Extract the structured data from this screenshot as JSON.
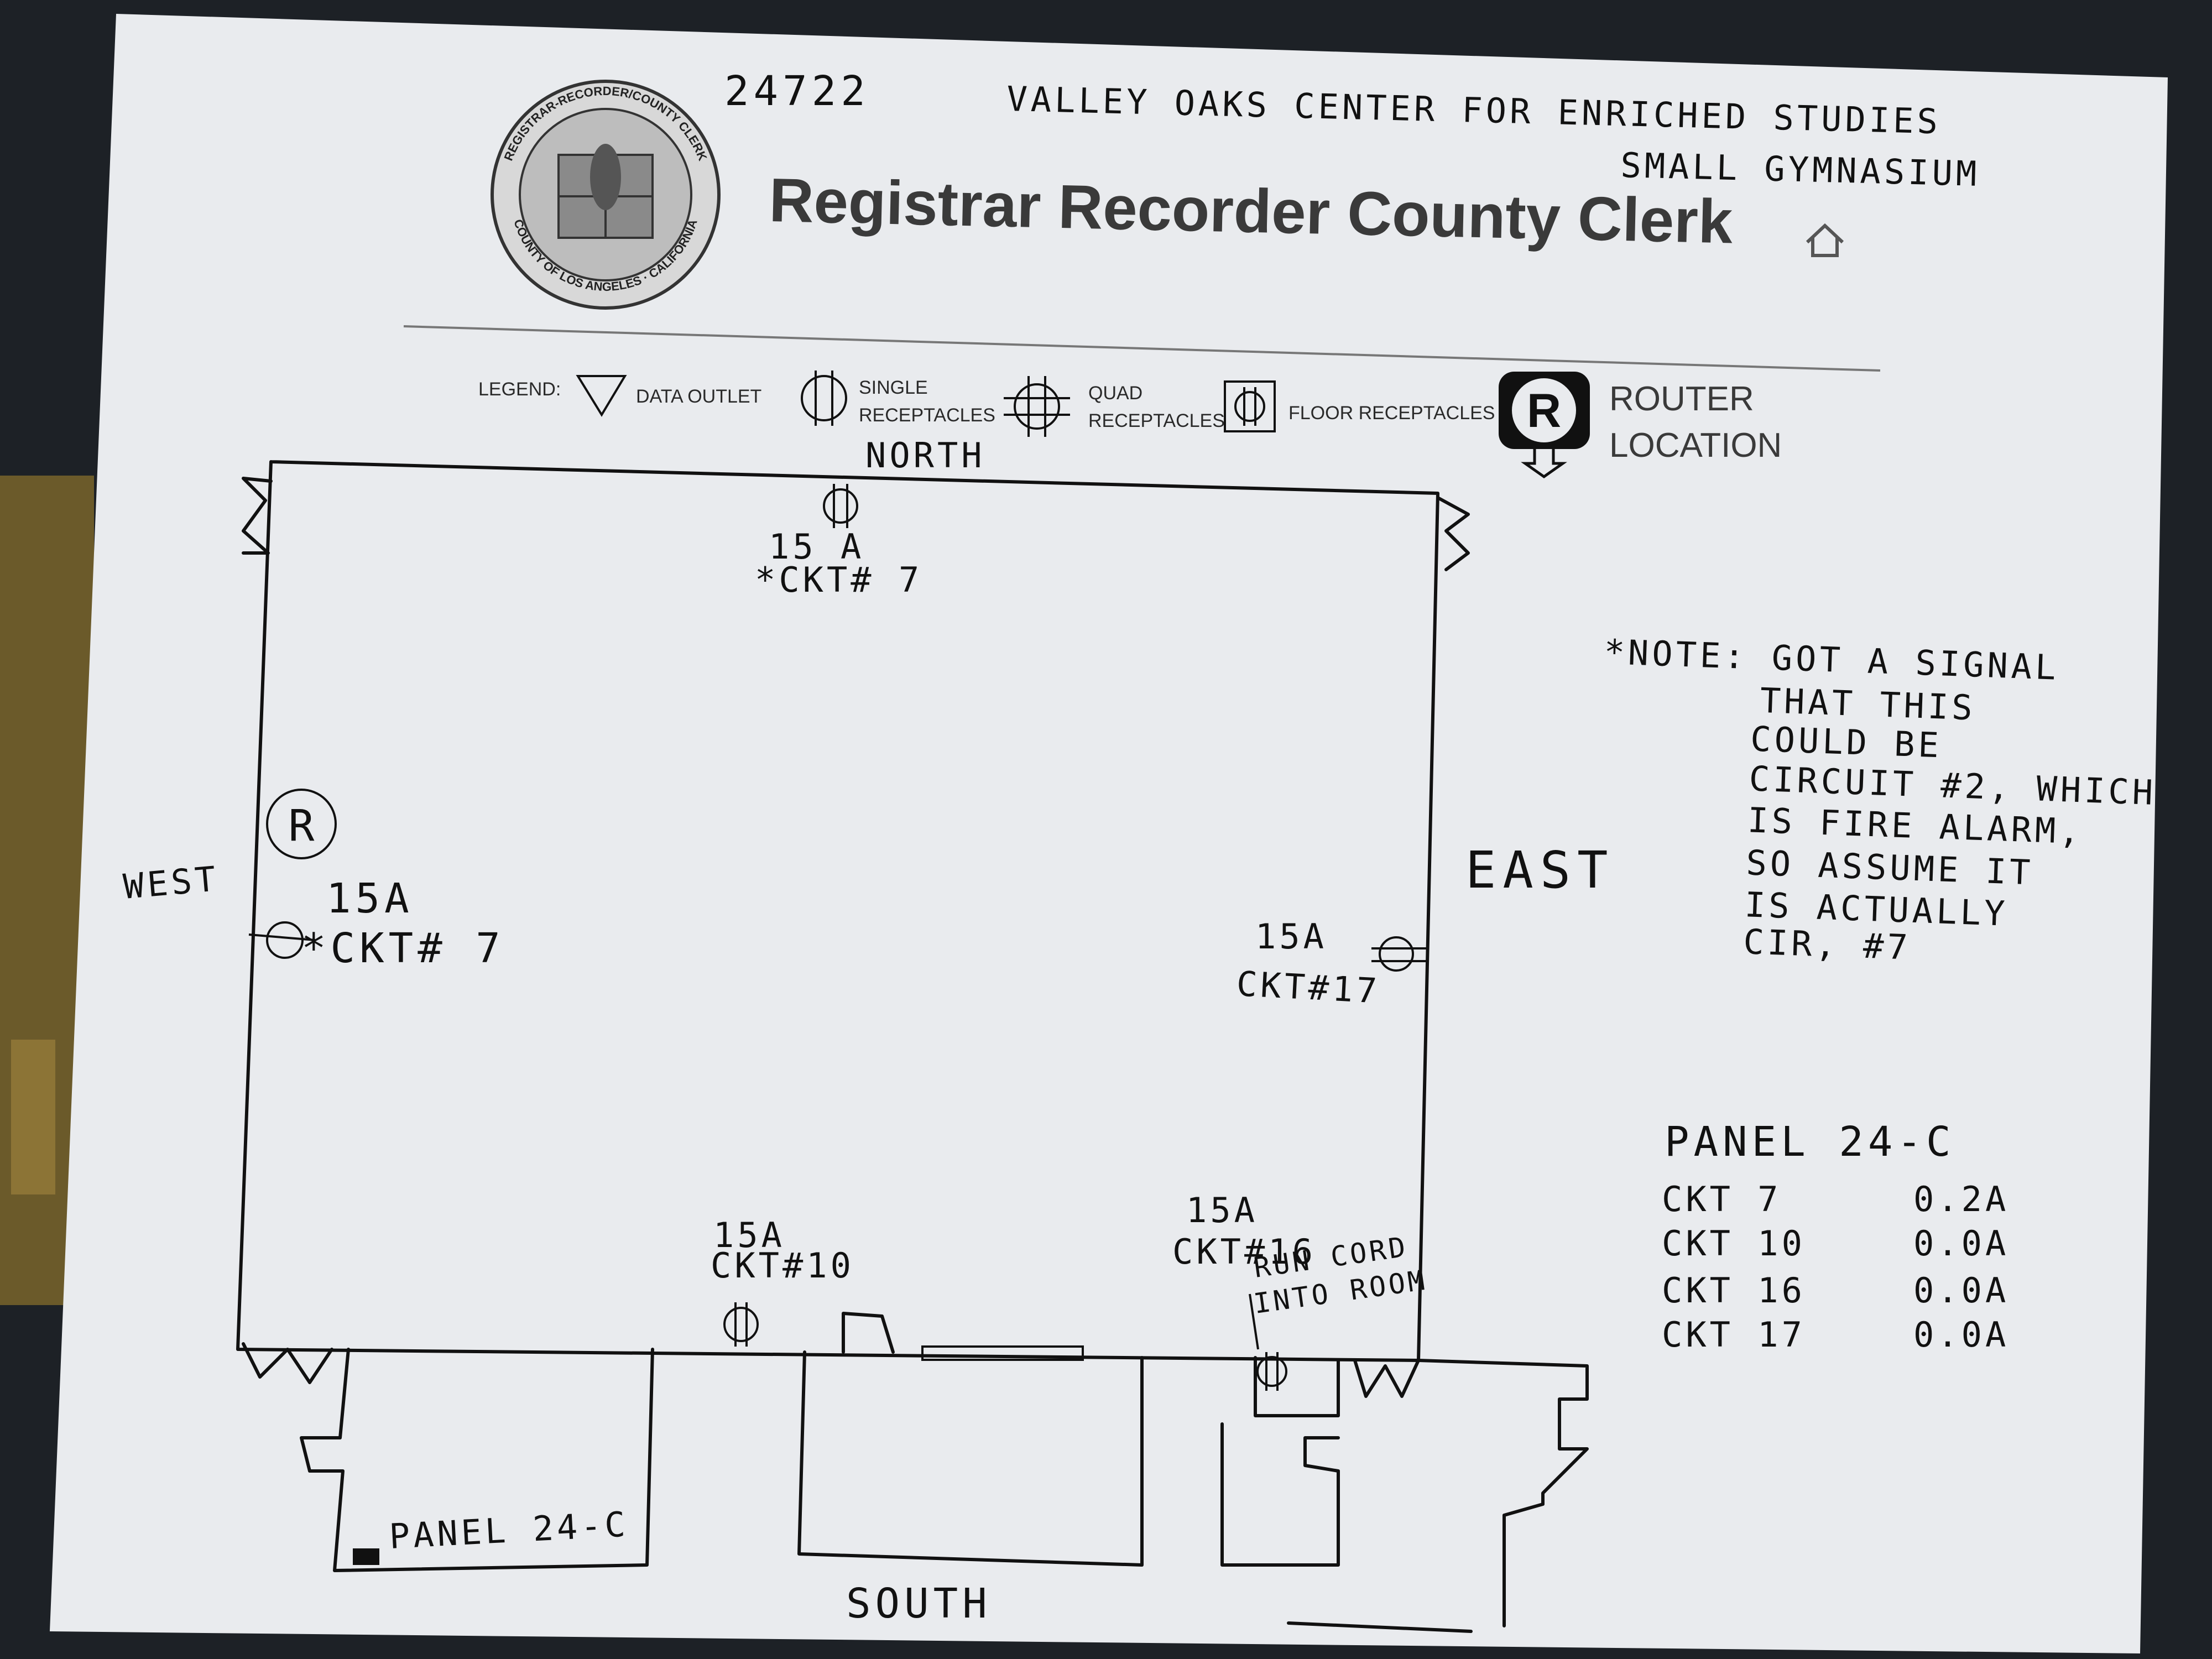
{
  "header": {
    "project_number": "24722",
    "school_name": "VALLEY OAKS CENTER FOR ENRICHED STUDIES",
    "room_name": "SMALL GYMNASIUM",
    "agency_title": "Registrar Recorder County Clerk",
    "seal_text_top": "REGISTRAR-RECORDER/COUNTY CLERK",
    "seal_text_bottom": "COUNTY OF LOS ANGELES · CALIFORNIA"
  },
  "legend": {
    "label": "LEGEND:",
    "items": [
      {
        "icon": "data-outlet-triangle",
        "line1": "DATA OUTLET",
        "line2": ""
      },
      {
        "icon": "single-receptacle",
        "line1": "SINGLE",
        "line2": "RECEPTACLES"
      },
      {
        "icon": "quad-receptacle",
        "line1": "QUAD",
        "line2": "RECEPTACLES"
      },
      {
        "icon": "floor-receptacle",
        "line1": "FLOOR RECEPTACLES",
        "line2": ""
      },
      {
        "icon": "router-location",
        "line1": "ROUTER",
        "line2": "LOCATION"
      }
    ],
    "router_symbol": "R"
  },
  "directions": {
    "north": "NORTH",
    "south": "SOUTH",
    "east": "EAST",
    "west": "WEST"
  },
  "receptacles": [
    {
      "id": "north",
      "amps": "15 A",
      "circuit": "*CKT# 7"
    },
    {
      "id": "west",
      "amps": "15A",
      "circuit": "*CKT# 7"
    },
    {
      "id": "east",
      "amps": "15A",
      "circuit": "CKT#17"
    },
    {
      "id": "south-10",
      "amps": "15A",
      "circuit": "CKT#10"
    },
    {
      "id": "south-16",
      "amps": "15A",
      "circuit": "CKT#16"
    }
  ],
  "router_marker": "R",
  "run_cord_note": [
    "RUN CORD",
    "INTO ROOM"
  ],
  "panel_label": "PANEL 24-C",
  "note": {
    "lines": [
      "*NOTE: GOT A SIGNAL",
      "THAT THIS",
      "COULD BE",
      "CIRCUIT #2, WHICH",
      "IS FIRE ALARM,",
      "SO ASSUME IT",
      "IS ACTUALLY",
      "CIR, #7"
    ]
  },
  "panel_table": {
    "title": "PANEL  24-C",
    "rows": [
      {
        "ckt": "CKT  7",
        "amps": "0.2A"
      },
      {
        "ckt": "CKT  10",
        "amps": "0.0A"
      },
      {
        "ckt": "CKT  16",
        "amps": "0.0A"
      },
      {
        "ckt": "CKT  17",
        "amps": "0.0A"
      }
    ]
  },
  "colors": {
    "paper": "#e9ebee",
    "ink": "#111111",
    "background": "#1d2126"
  }
}
